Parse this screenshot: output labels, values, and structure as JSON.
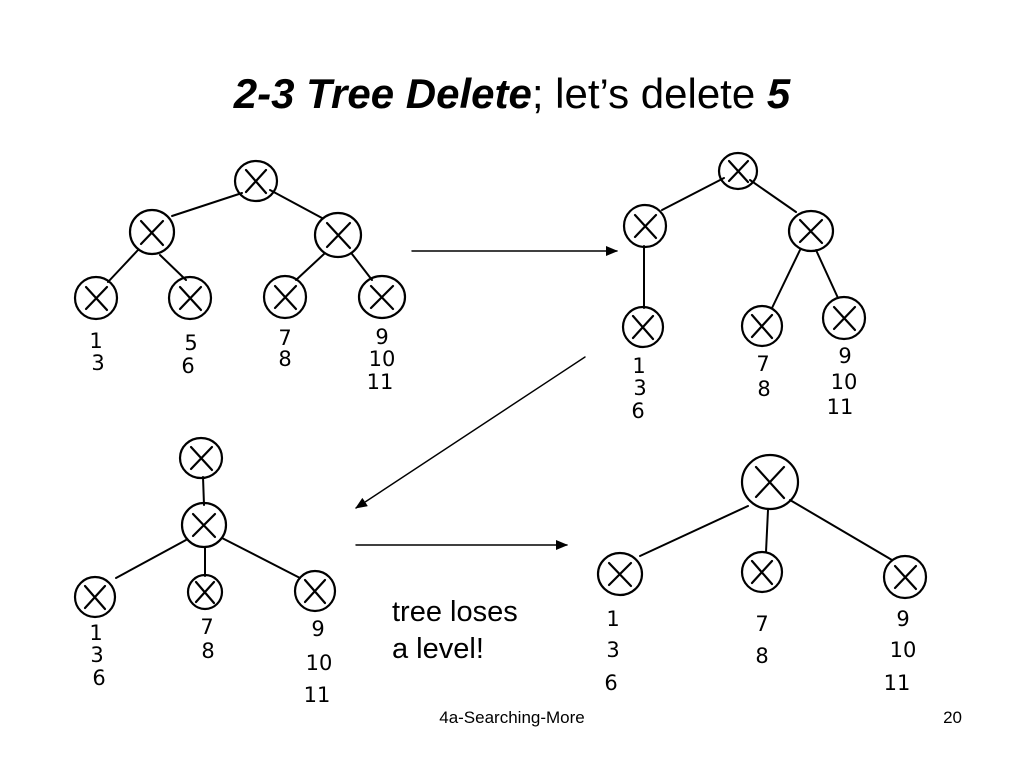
{
  "slide": {
    "title_emphasis": "2-3 Tree Delete",
    "title_rest": "; let’s delete ",
    "title_key": "5",
    "note_line1": "tree loses",
    "note_line2": "a level!",
    "footer": "4a-Searching-More",
    "page_number": "20"
  },
  "trees": {
    "tree1_leaves": [
      [
        "1",
        "3"
      ],
      [
        "5",
        "6"
      ],
      [
        "7",
        "8"
      ],
      [
        "9",
        "10",
        "11"
      ]
    ],
    "tree2_leaves": [
      [
        "1",
        "3",
        "6"
      ],
      [
        "7",
        "8"
      ],
      [
        "9",
        "10",
        "11"
      ]
    ],
    "tree3_leaves": [
      [
        "1",
        "3",
        "6"
      ],
      [
        "7",
        "8"
      ],
      [
        "9",
        "10",
        "11"
      ]
    ],
    "tree4_leaves": [
      [
        "1",
        "3",
        "6"
      ],
      [
        "7",
        "8"
      ],
      [
        "9",
        "10",
        "11"
      ]
    ]
  }
}
